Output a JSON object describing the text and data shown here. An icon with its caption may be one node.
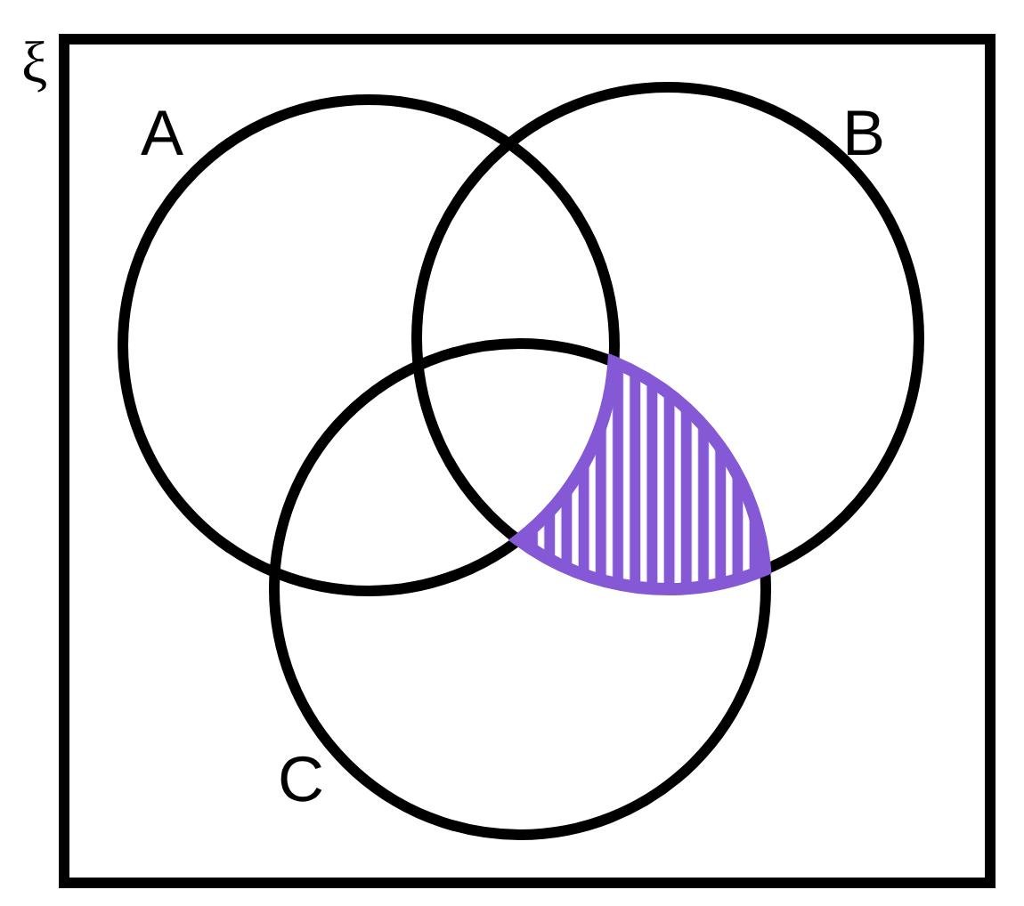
{
  "diagram": {
    "nodes": [
      {
        "text": [
          "ξ"
        ]
      },
      {
        "text": [
          "A"
        ],
        "in": 0
      },
      {
        "text": [
          "B"
        ],
        "in": 0
      },
      {
        "text": [
          "C"
        ],
        "in": 0
      },
      {
        "text": [],
        "shape": "region"
      }
    ]
  }
}
